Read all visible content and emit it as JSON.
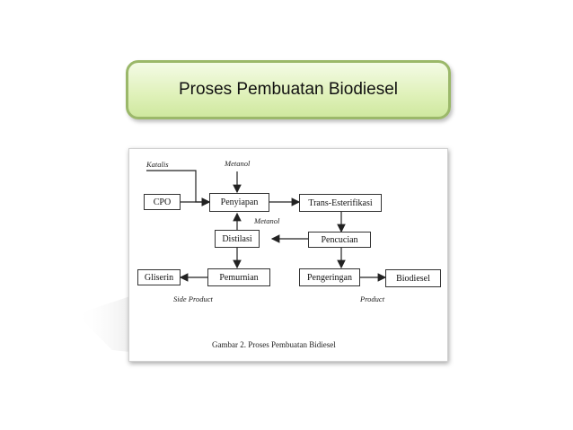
{
  "slide": {
    "title": "Proses Pembuatan Biodiesel"
  },
  "diagram": {
    "nodes": {
      "cpo": "CPO",
      "penyiapan": "Penyiapan",
      "trans_esterifikasi": "Trans-Esterifikasi",
      "distilasi": "Distilasi",
      "pencucian": "Pencucian",
      "gliserin": "Gliserin",
      "pemurnian": "Pemurnian",
      "pengeringan": "Pengeringan",
      "biodiesel": "Biodiesel"
    },
    "labels": {
      "katalis": "Katalis",
      "metanol_top": "Metanol",
      "metanol_mid": "Metanol",
      "side_product": "Side Product",
      "product": "Product"
    },
    "caption": "Gambar 2. Proses Pembuatan Bidiesel"
  },
  "colors": {
    "title_border": "#9bb86a",
    "title_fill": "#dff1b9"
  }
}
